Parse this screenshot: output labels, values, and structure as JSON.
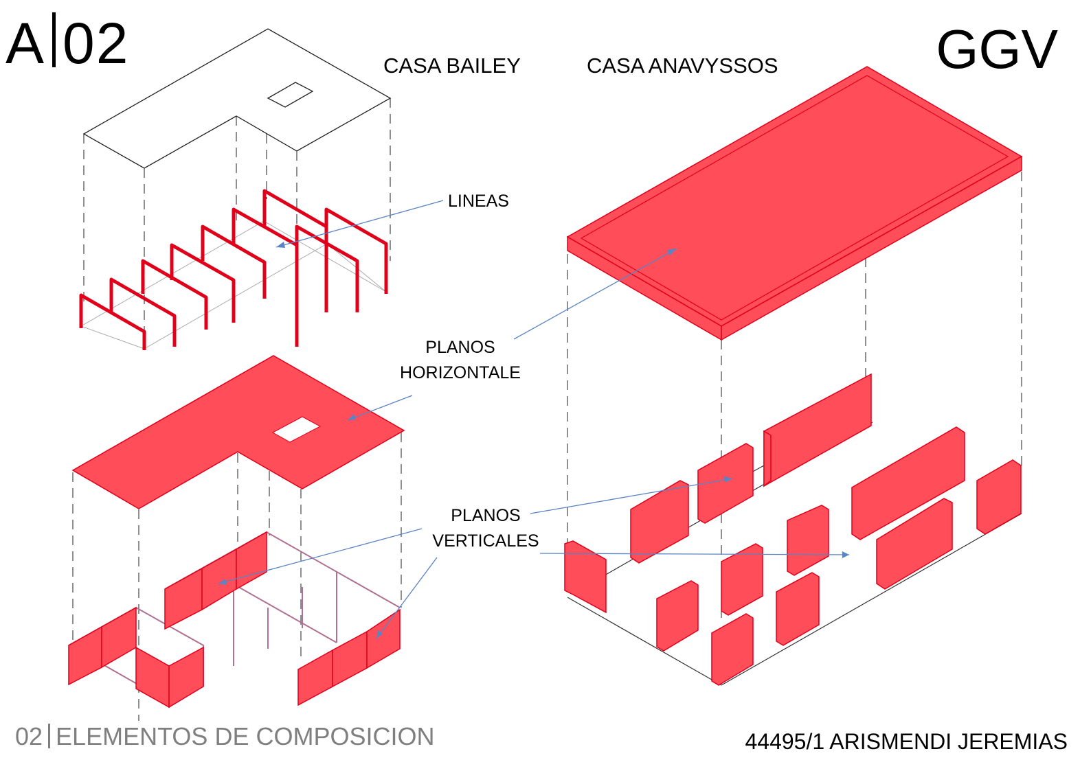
{
  "header": {
    "sheet_code_left": "A",
    "sheet_code_right": "02",
    "group_code": "GGV"
  },
  "titles": {
    "left": "CASA BAILEY",
    "right": "CASA ANAVYSSOS"
  },
  "labels": {
    "lineas": "LINEAS",
    "planos_horizontales_1": "PLANOS",
    "planos_horizontales_2": "HORIZONTALE",
    "planos_verticales_1": "PLANOS",
    "planos_verticales_2": "VERTICALES"
  },
  "footer": {
    "left_number": "02",
    "left_text": "ELEMENTOS DE COMPOSICION",
    "right": "44495/1 ARISMENDI JEREMIAS"
  },
  "colors": {
    "fill_red": "#ff4d59",
    "line_red": "#e0001a",
    "arrow_blue": "#5a84c4",
    "footer_gray": "#7f7f7f"
  }
}
